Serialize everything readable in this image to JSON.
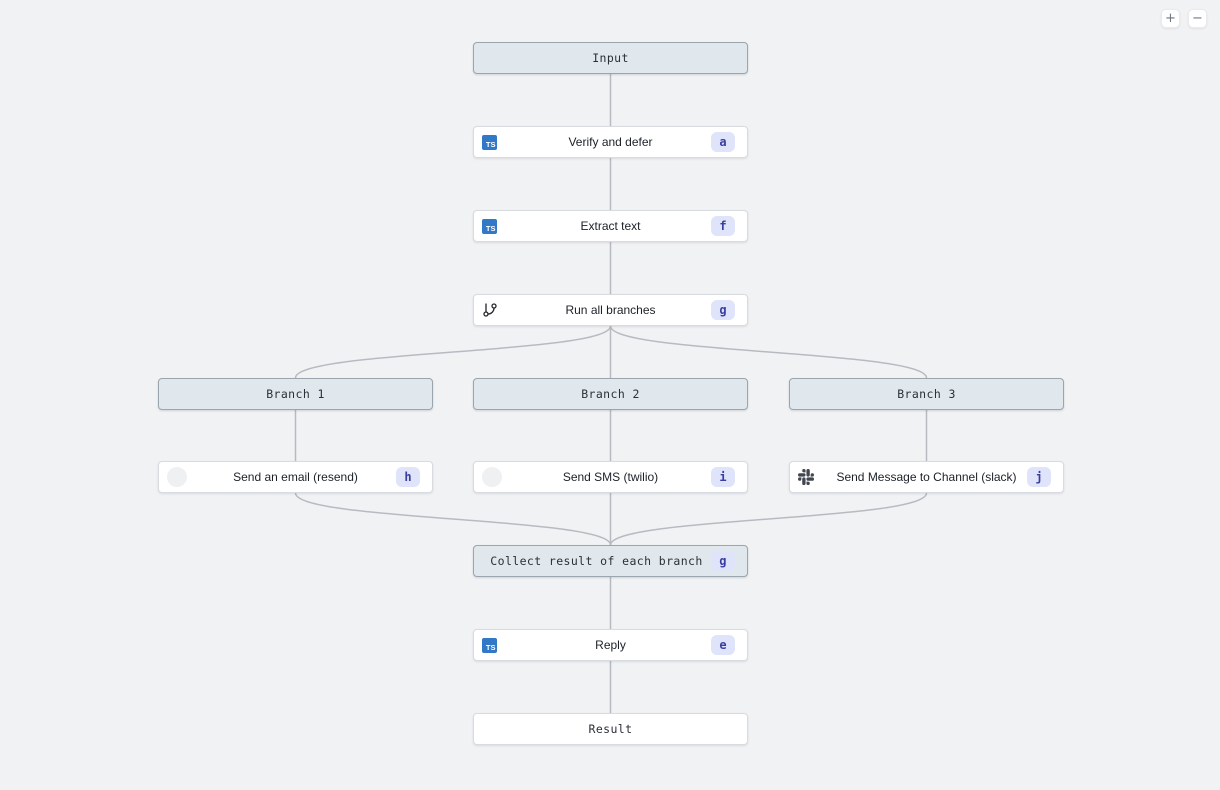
{
  "canvas": {
    "background_color": "#f1f2f4",
    "edge_color": "#b7bbc1"
  },
  "colors": {
    "typescript_blue": "#3178c6",
    "badge_background": "#dfe4fa",
    "badge_text": "#3a3f9f",
    "header_node_fill": "#e1e8ed",
    "header_node_border": "#9ba5ae",
    "slack_icon_color": "#41464f"
  },
  "controls": {
    "zoom_in": "+",
    "zoom_out": "−"
  },
  "icons": {
    "typescript_label": "TS"
  },
  "nodes": {
    "input": {
      "label": "Input"
    },
    "verify": {
      "label": "Verify and defer",
      "badge": "a",
      "icon": "typescript-icon"
    },
    "extract": {
      "label": "Extract text",
      "badge": "f",
      "icon": "typescript-icon"
    },
    "run_branches": {
      "label": "Run all branches",
      "badge": "g",
      "icon": "git-branch-icon"
    },
    "branch1": {
      "label": "Branch 1"
    },
    "branch2": {
      "label": "Branch 2"
    },
    "branch3": {
      "label": "Branch 3"
    },
    "send_email": {
      "label": "Send an email (resend)",
      "badge": "h",
      "icon": "resend-icon"
    },
    "send_sms": {
      "label": "Send SMS (twilio)",
      "badge": "i",
      "icon": "twilio-icon"
    },
    "send_slack": {
      "label": "Send Message to Channel (slack)",
      "badge": "j",
      "icon": "slack-icon"
    },
    "collect": {
      "label": "Collect result of each branch",
      "badge": "g"
    },
    "reply": {
      "label": "Reply",
      "badge": "e",
      "icon": "typescript-icon"
    },
    "result": {
      "label": "Result"
    }
  }
}
